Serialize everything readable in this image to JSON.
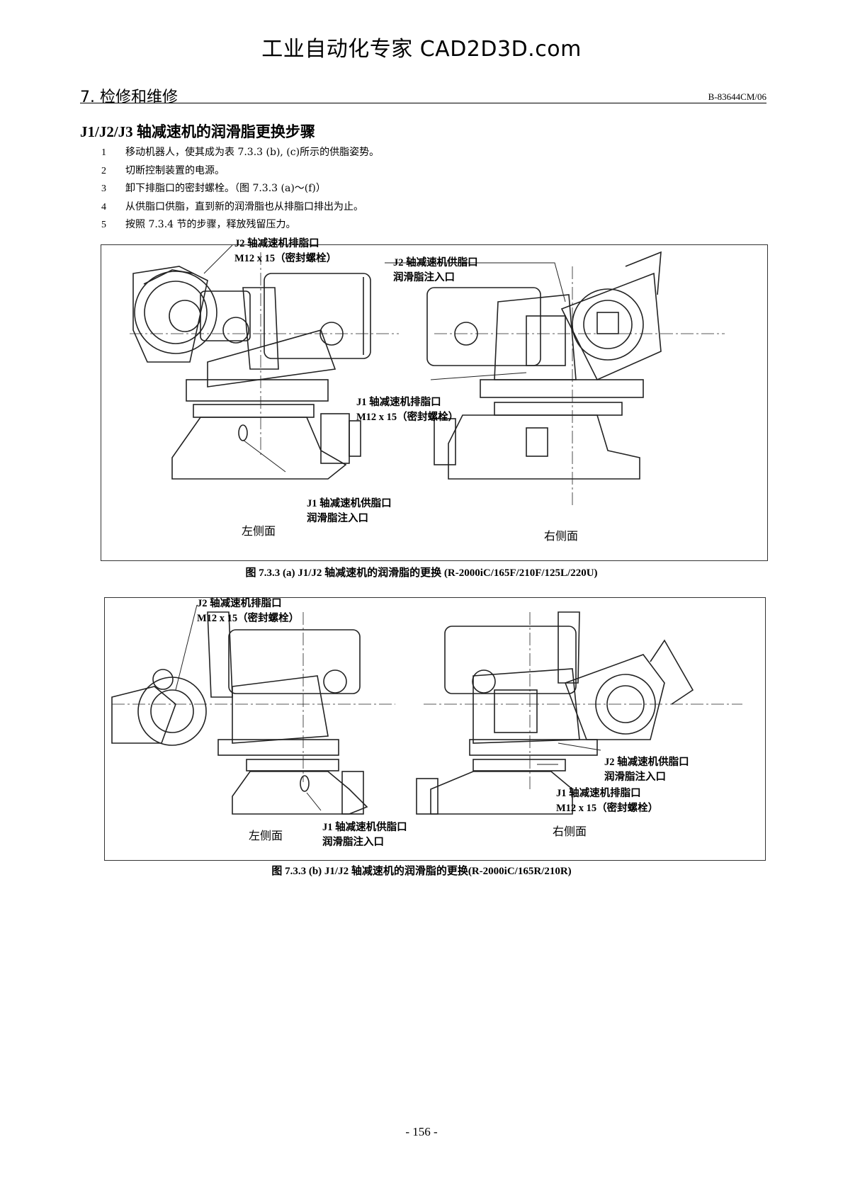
{
  "header": {
    "watermark": "工业自动化专家 CAD2D3D.com",
    "chapter": "7. 检修和维修",
    "doc_number": "B-83644CM/06"
  },
  "section": {
    "title": "J1/J2/J3 轴减速机的润滑脂更换步骤",
    "steps": [
      {
        "num": "1",
        "text": "移动机器人，使其成为表 7.3.3 (b), (c)所示的供脂姿势。"
      },
      {
        "num": "2",
        "text": "切断控制装置的电源。"
      },
      {
        "num": "3",
        "text": "卸下排脂口的密封螺栓。（图 7.3.3 (a)～(f)）"
      },
      {
        "num": "4",
        "text": "从供脂口供脂，直到新的润滑脂也从排脂口排出为止。"
      },
      {
        "num": "5",
        "text": "按照 7.3.4 节的步骤，释放残留压力。"
      }
    ]
  },
  "figure_a": {
    "j2_drain_line1": "J2 轴减速机排脂口",
    "j2_drain_line2": "M12 x 15（密封螺栓）",
    "j2_supply_line1": "J2 轴减速机供脂口",
    "j2_supply_line2": "润滑脂注入口",
    "j1_drain_line1": "J1 轴减速机排脂口",
    "j1_drain_line2": "M12 x 15（密封螺栓）",
    "j1_supply_line1": "J1 轴减速机供脂口",
    "j1_supply_line2": "润滑脂注入口",
    "left_side": "左侧面",
    "right_side": "右侧面",
    "caption": "图 7.3.3 (a) J1/J2 轴减速机的润滑脂的更换 (R-2000iC/165F/210F/125L/220U)"
  },
  "figure_b": {
    "j2_drain_line1": "J2 轴减速机排脂口",
    "j2_drain_line2": "M12 x 15（密封螺栓）",
    "j2_supply_line1": "J2 轴减速机供脂口",
    "j2_supply_line2": "润滑脂注入口",
    "j1_drain_line1": "J1 轴减速机排脂口",
    "j1_drain_line2": "M12 x 15（密封螺栓）",
    "j1_supply_line1": "J1 轴减速机供脂口",
    "j1_supply_line2": "润滑脂注入口",
    "left_side": "左侧面",
    "right_side": "右侧面",
    "caption": "图 7.3.3 (b) J1/J2 轴减速机的润滑脂的更换(R-2000iC/165R/210R)"
  },
  "footer": {
    "page_number": "- 156 -"
  }
}
